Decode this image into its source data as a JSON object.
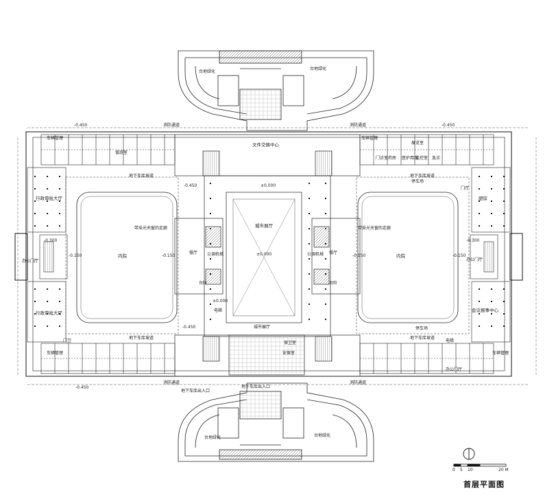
{
  "drawing_title": "首层平面图",
  "scale_bar": {
    "ticks": [
      "0",
      "5",
      "10",
      "20 M"
    ]
  },
  "labels": {
    "green_top_left": "台地绿化",
    "green_top_right": "台地绿化",
    "green_bottom_left": "台地绿化",
    "green_bottom_right": "台地绿化",
    "fire_road_top_left": "消防通道",
    "fire_road_top_right": "消防通道",
    "fire_road_bottom_left": "消防通道",
    "fire_road_bottom_right": "消防通道",
    "cultural_center": "文件交换中心",
    "city_hall_main": "城市展厅",
    "city_hall_lower": "城市展厅",
    "courtyard_left": "内院",
    "courtyard_right": "内院",
    "admin_hall_upper": "行政审批大厅",
    "admin_hall_lower": "行政审批大厅",
    "office_lobby_left": "办公门厅",
    "office_lobby_right": "办公门厅",
    "office_lobby_right_top": "门厅",
    "office_lobby_right_bottom": "办公门厅",
    "conference_center": "会议报事中心",
    "canteen": "厨房",
    "restaurant_left": "餐厅",
    "restaurant_right": "餐厅",
    "archive_left": "公调机械",
    "archive_right": "公调机械",
    "stairs_left": "台阶",
    "stairs_right": "台阶",
    "vehicle_mgmt_tl": "车辆管理",
    "vehicle_mgmt_tr": "车辆管理",
    "vehicle_mgmt_bl": "车辆管理",
    "vehicle_mgmt_br": "车辆管理",
    "duty_room": "值班室",
    "garage_ramp_left": "地下车库坡道",
    "garage_ramp_right": "地下车库坡道",
    "garage_ramp_bottom_left": "地下车库坡道",
    "garage_ramp_bottom_right": "地下车库坡道",
    "garage_entry_bottom": "地下车库出入口",
    "garage_entry_bottom_2": "地下车库出入口",
    "car_park_left": "停车场",
    "car_park_right": "停车场",
    "skylight_left": "带采光天窗的走廊",
    "skylight_right": "带采光天窗的走廊",
    "clinic": "门诊室",
    "nursing": "医护用房",
    "pharmacy": "药房",
    "emergency": "急诊",
    "monitor": "监控室",
    "security": "保卫室",
    "exhibition_room": "展览室",
    "security_room": "安保室",
    "bus_shelter": "门卫",
    "elev_label_1": "电梯",
    "elev_label_2": "电梯",
    "level_1": "-0.450",
    "level_2": "-0.450",
    "level_3": "±0.000",
    "level_4": "-0.450",
    "level_5": "-0.150",
    "level_6": "-0.150",
    "level_7": "-0.150",
    "level_8": "-0.150",
    "level_9": "±0.000",
    "level_10": "±0.000",
    "level_11": "-0.450",
    "level_12": "-0.450",
    "level_13": "-0.300",
    "level_14": "-0.300"
  }
}
